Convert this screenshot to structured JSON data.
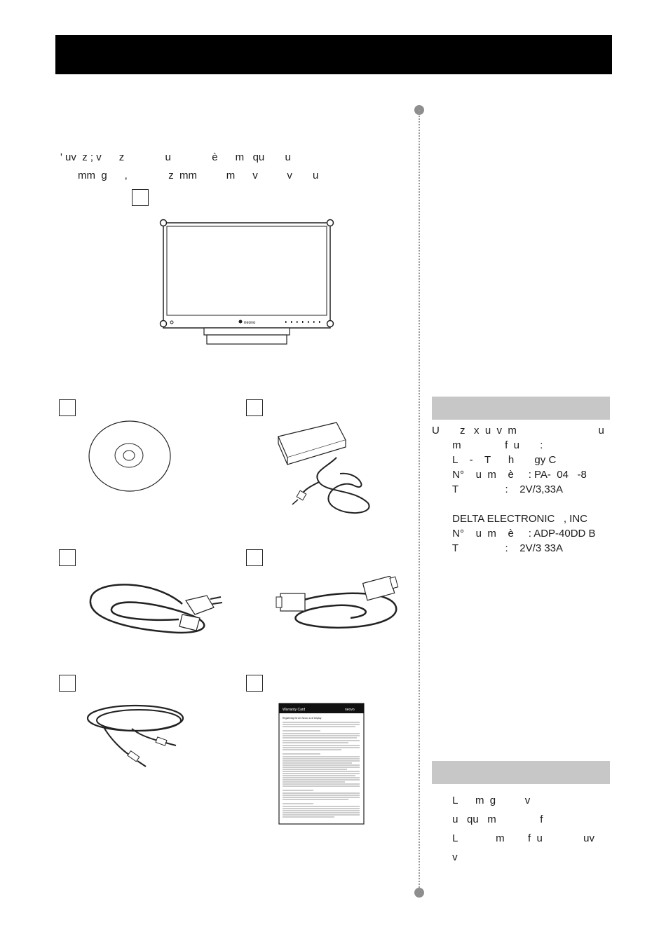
{
  "intro": {
    "line1": "' uv  z ; v      z              u              è      m   qu       u",
    "line2": "      mm  g      ,              z  mm          m      v          v       u"
  },
  "monitor": {
    "brand": "neovo"
  },
  "warranty": {
    "title": "Warranty Card",
    "brand": "neovo",
    "heading": "Registering the AG Neovo LCD Display"
  },
  "note1": {
    "lines": [
      "U       z   x  u  v  m                            u",
      "       m               f  u       :",
      "       L    -    T      h       gy C",
      "       N°    u  m    è     : PA-  04   -8",
      "       T                :    2V/3,33A",
      "",
      "       DELTA ELECTRONIC   , INC",
      "       N°    u  m    è     : ADP-40DD B",
      "       T                :    2V/3 33A"
    ]
  },
  "note2": {
    "lines": [
      "       L      m  g          v",
      "       u   qu   m               f",
      "       L             m        f  u              uv",
      "       v"
    ]
  }
}
